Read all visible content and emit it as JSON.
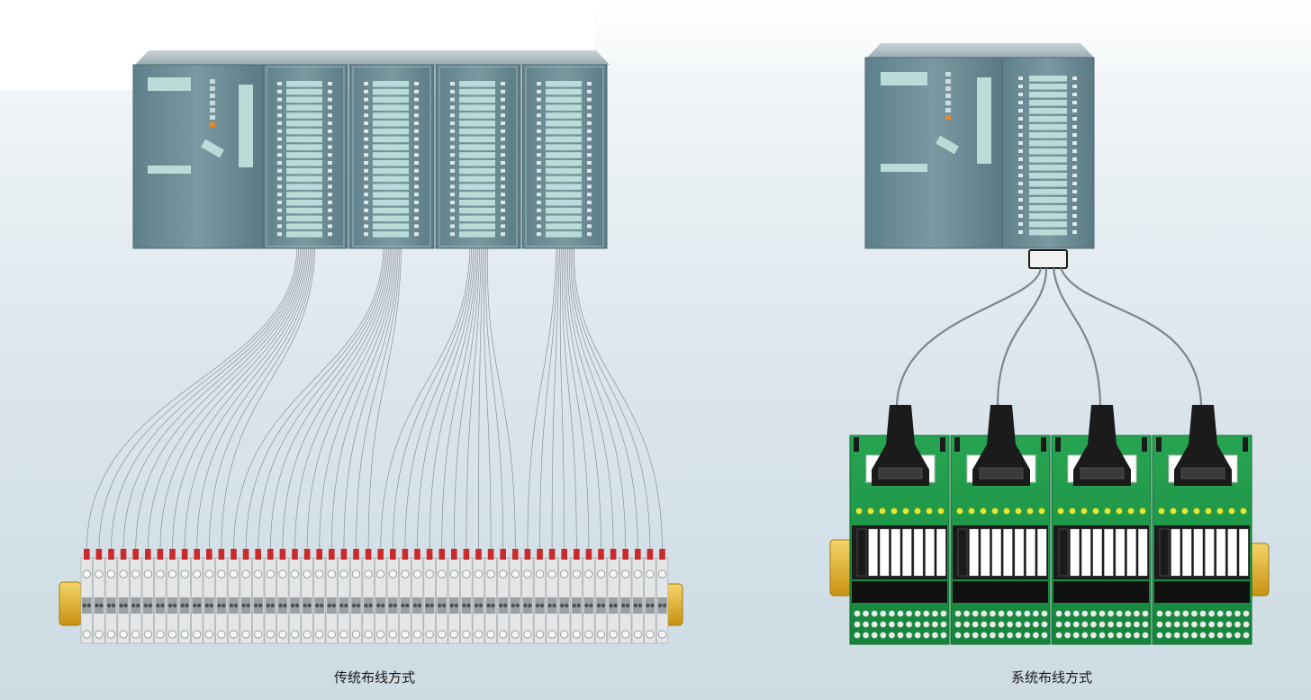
{
  "figure": {
    "captions": {
      "traditional": "传统布线方式",
      "system": "系统布线方式"
    },
    "traditional": {
      "io_modules": 4,
      "terminal_blocks": 48
    },
    "system": {
      "connector_boards": 4,
      "cables": 4
    }
  },
  "colors": {
    "plc_body": "#6f8f98",
    "plc_display": "#b9dcd8",
    "wire": "#8a8f96",
    "terminal_body": "#e3e5e6",
    "terminal_marker": "#cc2a2a",
    "end_clamp": "#e2b52c",
    "board_green": "#1f9b48",
    "connector_black": "#1b1b1b",
    "led_yellow": "#e6e62a"
  }
}
